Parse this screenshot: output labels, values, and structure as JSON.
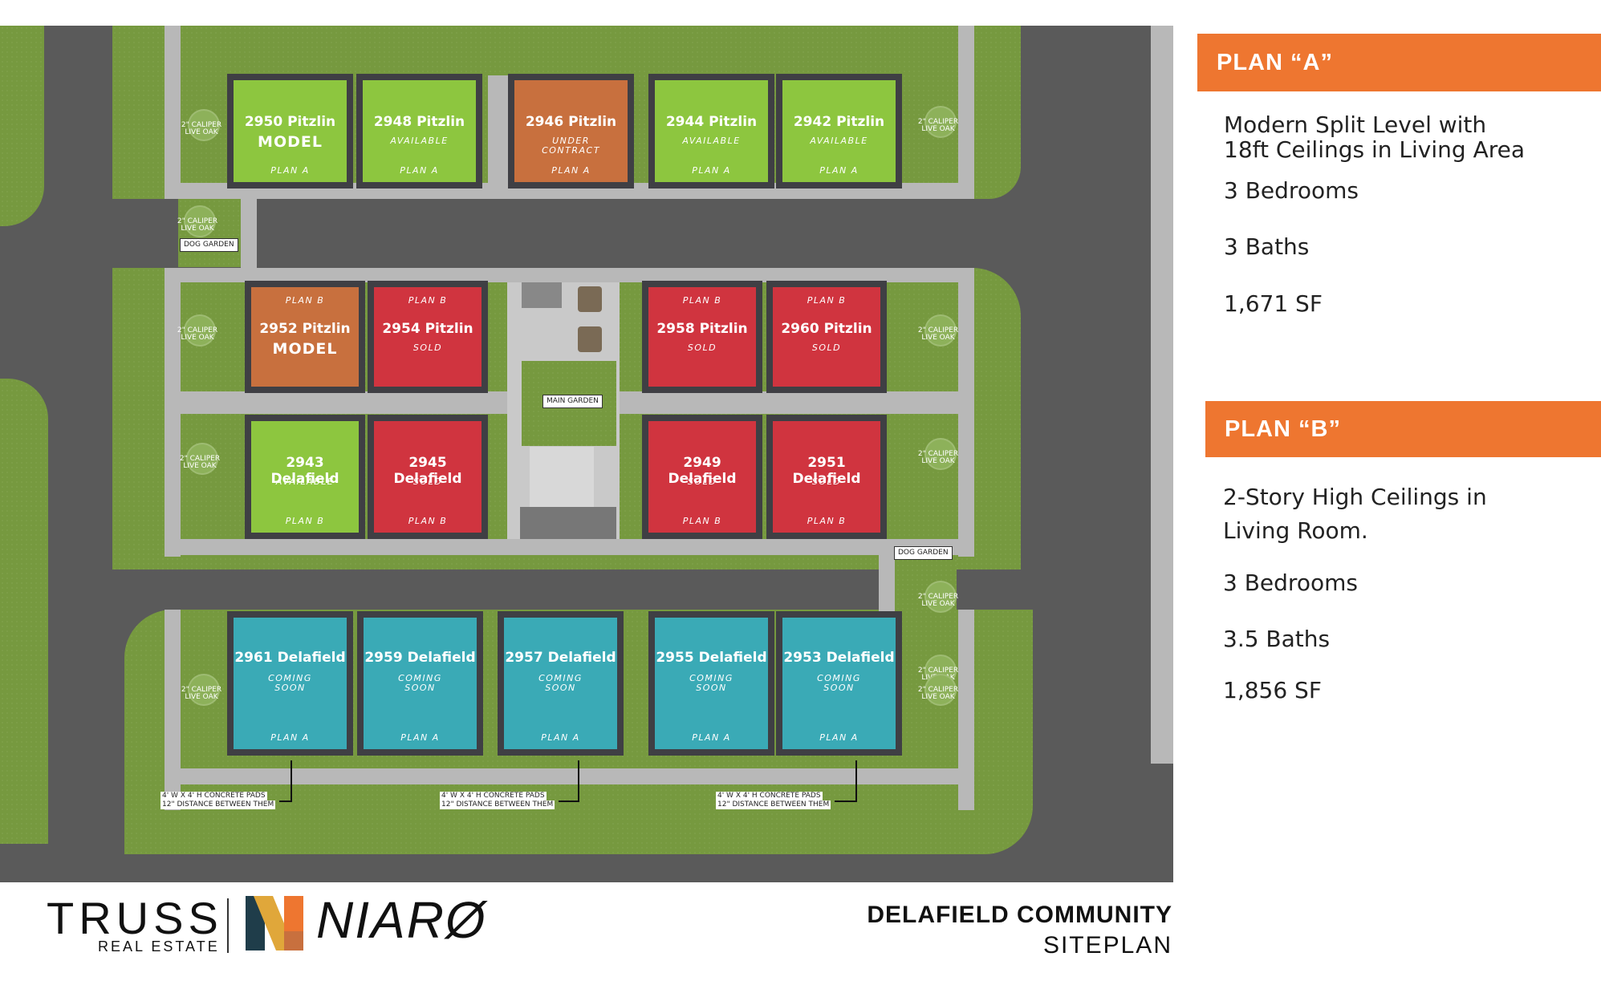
{
  "plan_a": {
    "title": "PLAN “A”",
    "description_line1": "Modern Split Level with",
    "description_line2": "18ft Ceilings in Living Area",
    "bedrooms": "3 Bedrooms",
    "baths": "3 Baths",
    "area": "1,671 SF"
  },
  "plan_b": {
    "title": "PLAN “B”",
    "description_line1": "2-Story High Ceilings in",
    "description_line2": "Living Room.",
    "bedrooms": "3 Bedrooms",
    "baths": "3.5 Baths",
    "area": "1,856 SF"
  },
  "footer": {
    "brand1": "TRUSS",
    "brand1_sub": "REAL ESTATE",
    "brand2": "ΝΙΑRØ",
    "title": "DELAFIELD COMMUNITY",
    "subtitle": "SITEPLAN"
  },
  "map": {
    "tree_label_1": "2\" CALIPER",
    "tree_label_2": "LIVE OAK",
    "dog_garden": "DOG GARDEN",
    "main_garden": "MAIN GARDEN",
    "pad_label_1": "4' W X 4' H CONCRETE PADS",
    "pad_label_2": "12\" DISTANCE BETWEEN THEM"
  },
  "lots": {
    "row1": [
      {
        "address": "2950 Pitzlin",
        "model": "MODEL",
        "status": "",
        "plan": "PLAN A",
        "color": "#8dc63f"
      },
      {
        "address": "2948 Pitzlin",
        "model": "",
        "status": "AVAILABLE",
        "plan": "PLAN A",
        "color": "#8dc63f"
      },
      {
        "address": "2946 Pitzlin",
        "model": "",
        "status": "UNDER",
        "status2": "CONTRACT",
        "plan": "PLAN A",
        "color": "#c8703e"
      },
      {
        "address": "2944 Pitzlin",
        "model": "",
        "status": "AVAILABLE",
        "plan": "PLAN A",
        "color": "#8dc63f"
      },
      {
        "address": "2942 Pitzlin",
        "model": "",
        "status": "AVAILABLE",
        "plan": "PLAN A",
        "color": "#8dc63f"
      }
    ],
    "row2": [
      {
        "address": "2952 Pitzlin",
        "model": "MODEL",
        "status": "",
        "plan": "PLAN B",
        "color": "#c8703e"
      },
      {
        "address": "2954 Pitzlin",
        "model": "",
        "status": "SOLD",
        "plan": "PLAN B",
        "color": "#d0343f"
      },
      {
        "address": "2958 Pitzlin",
        "model": "",
        "status": "SOLD",
        "plan": "PLAN B",
        "color": "#d0343f"
      },
      {
        "address": "2960 Pitzlin",
        "model": "",
        "status": "SOLD",
        "plan": "PLAN B",
        "color": "#d0343f"
      }
    ],
    "row3": [
      {
        "address": "2943 Delafield",
        "model": "",
        "status": "AVAILABLE",
        "plan": "PLAN B",
        "color": "#8dc63f"
      },
      {
        "address": "2945 Delafield",
        "model": "",
        "status": "SOLD",
        "plan": "PLAN B",
        "color": "#d0343f"
      },
      {
        "address": "2949 Delafield",
        "model": "",
        "status": "SOLD",
        "plan": "PLAN B",
        "color": "#d0343f"
      },
      {
        "address": "2951 Delafield",
        "model": "",
        "status": "SOLD",
        "plan": "PLAN B",
        "color": "#d0343f"
      }
    ],
    "row4": [
      {
        "address": "2961 Delafield",
        "model": "",
        "status": "COMING",
        "status2": "SOON",
        "plan": "PLAN A",
        "color": "#3aaab6"
      },
      {
        "address": "2959 Delafield",
        "model": "",
        "status": "COMING",
        "status2": "SOON",
        "plan": "PLAN A",
        "color": "#3aaab6"
      },
      {
        "address": "2957 Delafield",
        "model": "",
        "status": "COMING",
        "status2": "SOON",
        "plan": "PLAN A",
        "color": "#3aaab6"
      },
      {
        "address": "2955 Delafield",
        "model": "",
        "status": "COMING",
        "status2": "SOON",
        "plan": "PLAN A",
        "color": "#3aaab6"
      },
      {
        "address": "2953 Delafield",
        "model": "",
        "status": "COMING",
        "status2": "SOON",
        "plan": "PLAN A",
        "color": "#3aaab6"
      }
    ]
  }
}
